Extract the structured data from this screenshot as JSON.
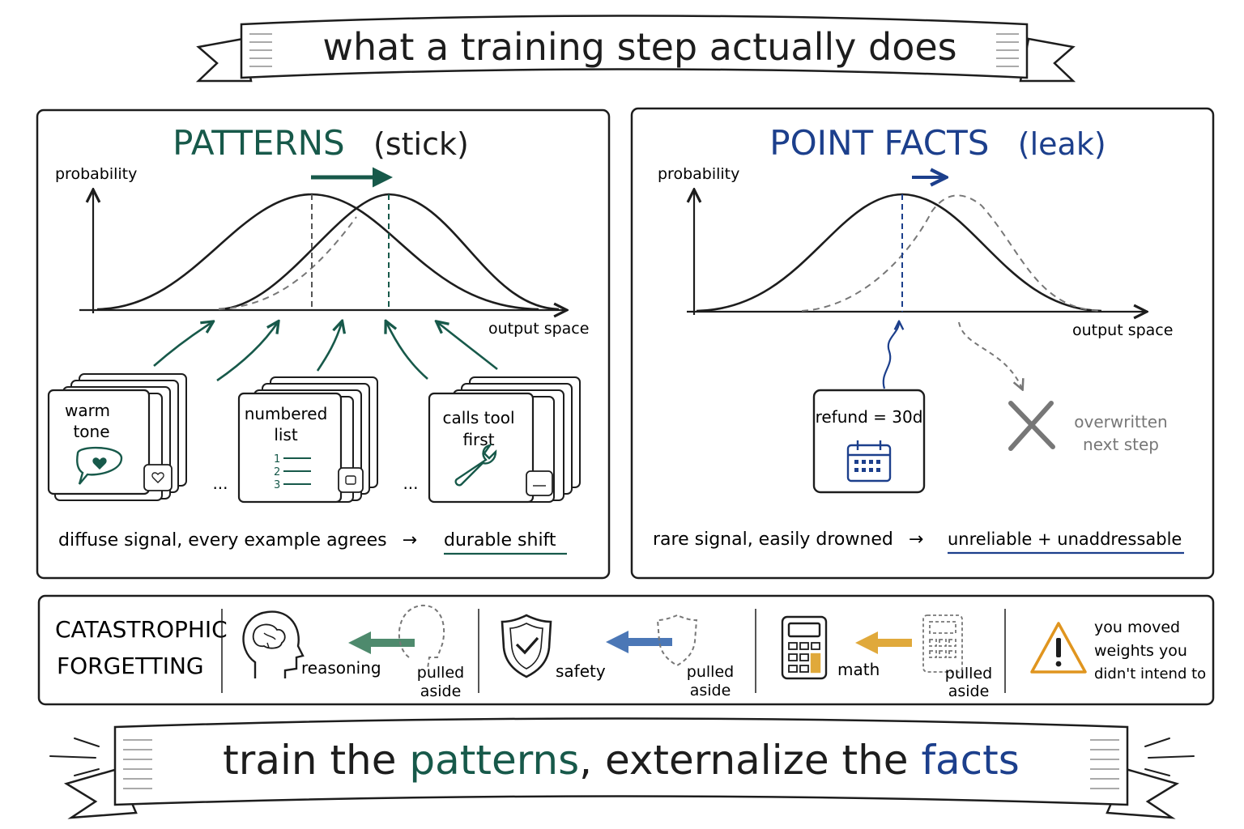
{
  "title": "what a training step actually does",
  "colors": {
    "ink": "#1d1d1d",
    "teal": "#17594a",
    "navy": "#1c3f8c",
    "gray": "#777777",
    "orange": "#e0951f",
    "blue_arrow": "#4b77b6",
    "green_arrow": "#4e8a6d",
    "gold_arrow": "#e0a93b"
  },
  "patterns_panel": {
    "heading": "PATTERNS",
    "heading_note": "(stick)",
    "y_axis_label": "probability",
    "x_axis_label": "output space",
    "cards": [
      {
        "lines": [
          "warm",
          "tone"
        ],
        "icon": "speech-heart-icon",
        "badge_icon": "heart-badge-icon"
      },
      {
        "lines": [
          "numbered",
          "list"
        ],
        "icon": "numbered-list-icon",
        "badge_icon": "list-badge-icon"
      },
      {
        "lines": [
          "calls tool",
          "first"
        ],
        "icon": "wrench-icon",
        "badge_icon": "tool-badge-icon"
      }
    ],
    "ellipsis": "...",
    "caption": "diffuse signal, every example agrees",
    "caption_arrow": "→",
    "caption_result": "durable shift"
  },
  "facts_panel": {
    "heading": "POINT FACTS",
    "heading_note": "(leak)",
    "y_axis_label": "probability",
    "x_axis_label": "output space",
    "fact_card": {
      "label": "refund = 30d",
      "icon": "calendar-icon"
    },
    "overwritten_lines": [
      "overwritten",
      "next step"
    ],
    "caption": "rare signal, easily drowned",
    "caption_arrow": "→",
    "caption_result": "unreliable + unaddressable"
  },
  "forgetting": {
    "title_lines": [
      "CATASTROPHIC",
      "FORGETTING"
    ],
    "items": [
      {
        "skill": "reasoning",
        "icon": "brain-head-icon",
        "pulled_lines": [
          "pulled",
          "aside"
        ]
      },
      {
        "skill": "safety",
        "icon": "shield-check-icon",
        "pulled_lines": [
          "pulled",
          "aside"
        ]
      },
      {
        "skill": "math",
        "icon": "calculator-icon",
        "pulled_lines": [
          "pulled",
          "aside"
        ]
      }
    ],
    "warning_lines": [
      "you moved",
      "weights you",
      "didn't intend to"
    ]
  },
  "footer": {
    "part1": "train the ",
    "part2": "patterns",
    "part3": ", externalize the ",
    "part4": "facts"
  }
}
